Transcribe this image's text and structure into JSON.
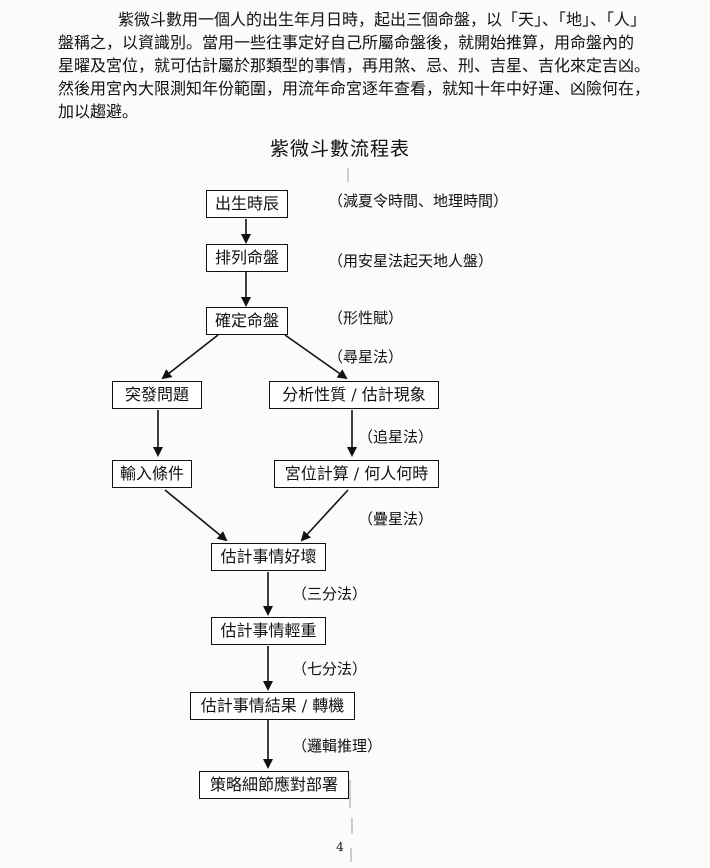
{
  "intro": {
    "line1": "紫微斗數用一個人的出生年月日時，起出三個命盤，以「天」、「地」、「人」",
    "line2": "盤稱之，以資識別。當用一些往事定好自己所屬命盤後，就開始推算，用命盤內的",
    "line3": "星曜及宮位，就可估計屬於那類型的事情，再用煞、忌、刑、吉星、吉化來定吉凶。",
    "line4": "然後用宮內大限測知年份範圍，用流年命宮逐年查看，就知十年中好運、凶險何在，",
    "line5": "加以趨避。"
  },
  "flowchart": {
    "title": "紫微斗數流程表",
    "nodes": {
      "birth_time": "出生時辰",
      "arrange_chart": "排列命盤",
      "confirm_chart": "確定命盤",
      "sudden_problem": "突發問題",
      "analyze": "分析性質 / 估計現象",
      "input_conditions": "輸入條件",
      "palace_calc": "宮位計算 / 何人何時",
      "estimate_good_bad": "估計事情好壞",
      "estimate_weight": "估計事情輕重",
      "estimate_result": "估計事情結果 / 轉機",
      "strategy": "策略細節應對部署"
    },
    "notes": {
      "dst": "（減夏令時間、地理時間）",
      "star_method": "（用安星法起天地人盤）",
      "xing_xing_fu": "（形性賦）",
      "xun_xing": "（尋星法）",
      "zhui_xing": "（追星法）",
      "die_xing": "（疊星法）",
      "san_fen": "（三分法）",
      "qi_fen": "（七分法）",
      "logic": "（邏輯推理）"
    }
  },
  "page_number": "4"
}
